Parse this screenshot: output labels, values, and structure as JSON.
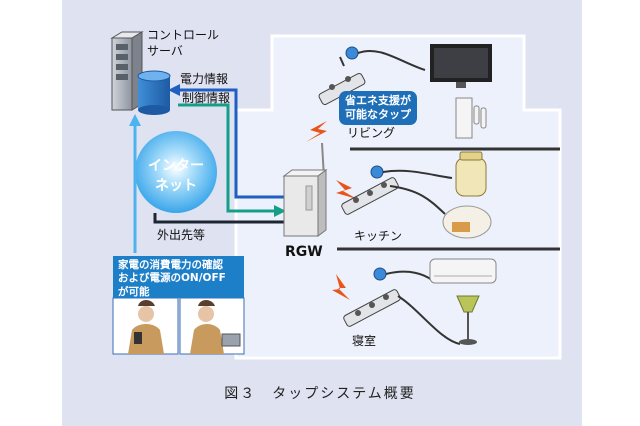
{
  "figure": {
    "caption": "図３　タップシステム概要",
    "server_label_line1": "コントロール",
    "server_label_line2": "サーバ",
    "power_info": "電力情報",
    "control_info": "制御情報",
    "internet_line1": "インター",
    "internet_line2": "ネット",
    "outside": "外出先等",
    "gateway": "RGW",
    "eco_tap_line1": "省エネ支援が",
    "eco_tap_line2": "可能なタップ",
    "rooms": [
      "リビング",
      "キッチン",
      "寝室"
    ],
    "note_lines": [
      "家電の消費電力の確認",
      "および電源のON/OFF",
      "が可能"
    ]
  },
  "colors": {
    "panel": "#dfe2f1",
    "house_fill": "#edf1fb",
    "house_edge": "#ffffff",
    "cloud": "#4cb3ee",
    "power_line": "#1f5fc2",
    "control_line": "#159f86",
    "outside_line": "#1e2633",
    "note": "#1e7fc9",
    "wireless": "#e8551b"
  }
}
